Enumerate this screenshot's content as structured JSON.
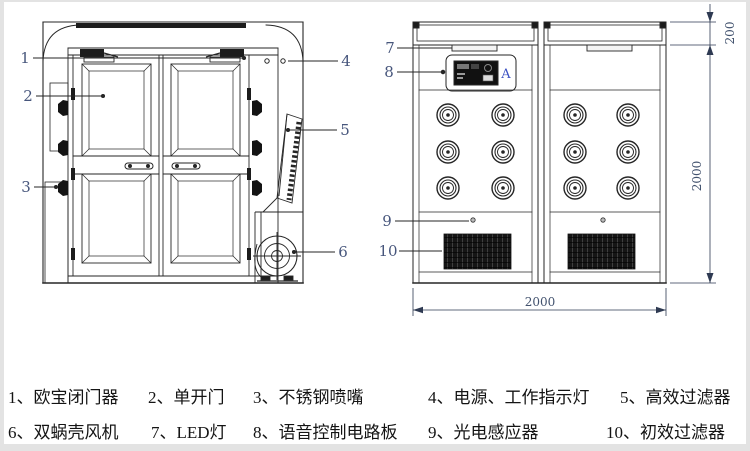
{
  "colors": {
    "background": "#ffffff",
    "line": "#262626",
    "callout_text": "#47567c",
    "dimension_text": "#42526e",
    "panel_letter": "#3a50c2",
    "edge_strip": "#e3e3e3"
  },
  "callouts": [
    "1",
    "2",
    "3",
    "4",
    "5",
    "6",
    "7",
    "8",
    "9",
    "10"
  ],
  "inner_view": {
    "panel_display_letter": "A"
  },
  "dimensions": {
    "top_section_height": "200",
    "body_height": "2000",
    "body_width": "2000"
  },
  "legend": {
    "items": [
      "1、欧宝闭门器",
      "2、单开门",
      "3、不锈钢喷嘴",
      "4、电源、工作指示灯",
      "5、高效过滤器",
      "6、双蜗壳风机",
      "7、LED灯",
      "8、语音控制电路板",
      "9、光电感应器",
      "10、初效过滤器"
    ]
  }
}
